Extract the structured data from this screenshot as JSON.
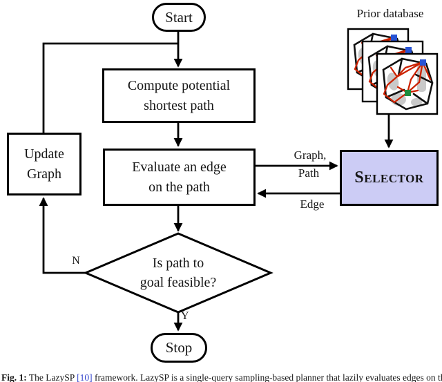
{
  "figure": {
    "caption_prefix": "Fig. 1:",
    "caption_before_cite": " The LazySP ",
    "caption_cite": "[10]",
    "caption_after_cite": " framework. LazySP is a single-query sampling-based planner that lazily evaluates edges on the shortest path."
  },
  "flowchart": {
    "start": "Start",
    "compute": "Compute potential\nshortest path",
    "update": "Update\nGraph",
    "evaluate": "Evaluate an edge\non the path",
    "selector": "Selector",
    "decision": "Is path to\ngoal feasible?",
    "stop": "Stop",
    "labels": {
      "to_selector_line1": "Graph,",
      "to_selector_line2": "Path",
      "from_selector": "Edge",
      "no": "N",
      "yes": "Y"
    }
  },
  "prior_database": {
    "title": "Prior database",
    "card_count": 3,
    "icons": {
      "card": "roadmap-thumbnail-icon",
      "goal_node": "blue-square-node-icon",
      "start_node": "green-square-node-icon",
      "obstacles": "gray-obstacle-blobs"
    }
  },
  "colors": {
    "selector_fill": "#ccccf5",
    "line": "#000000",
    "roadmap_edge_red": "#cc2200",
    "roadmap_edge_black": "#111111",
    "node_blue": "#2753d4",
    "node_green": "#1e8c3e",
    "obstacle_gray": "#c9c9c9",
    "citation_blue": "#3344cc"
  }
}
